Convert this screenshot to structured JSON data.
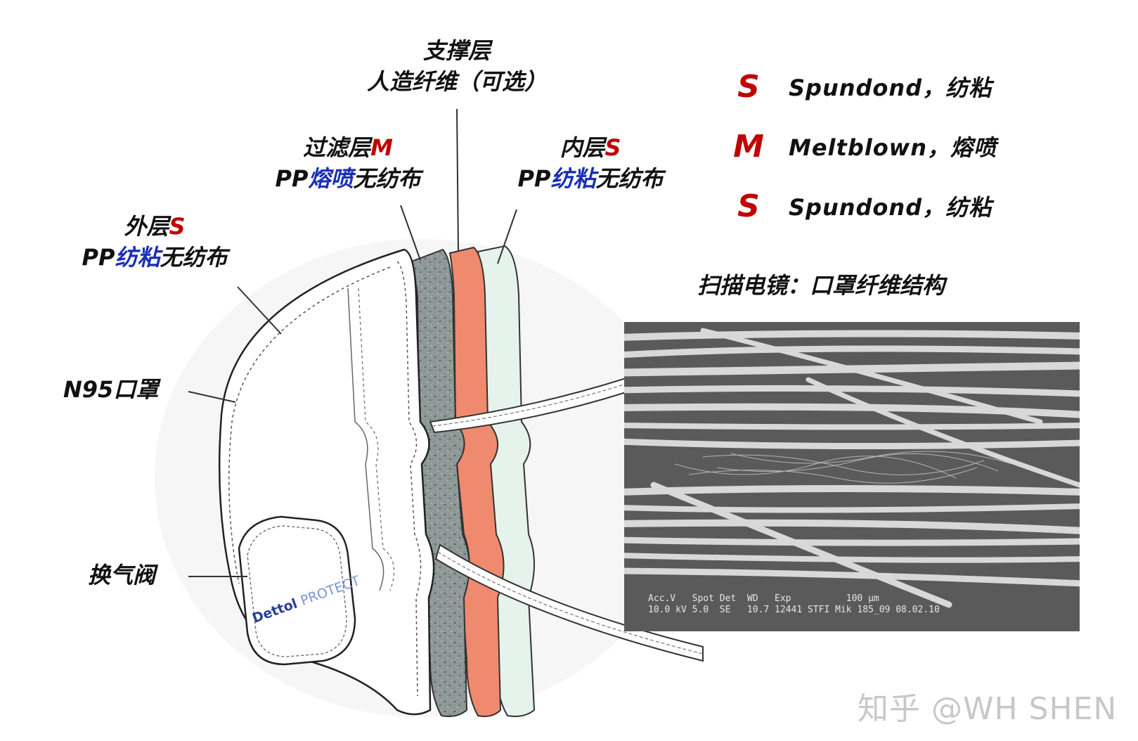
{
  "labels": {
    "support_line1": "支撑层",
    "support_line2": "人造纤维（可选）",
    "filter_line1": "过滤层",
    "filter_code": "M",
    "filter_line2_prefix": "PP",
    "filter_line2_highlight": "熔喷",
    "filter_line2_suffix": "无纺布",
    "inner_line1": "内层",
    "inner_code": "S",
    "inner_line2_prefix": "PP",
    "inner_line2_highlight": "纺粘",
    "inner_line2_suffix": "无纺布",
    "outer_line1": "外层",
    "outer_code": "S",
    "outer_line2_prefix": "PP",
    "outer_line2_highlight": "纺粘",
    "outer_line2_suffix": "无纺布",
    "mask_name": "N95口罩",
    "valve_name": "换气阀"
  },
  "legend": [
    {
      "letter": "S",
      "description": "Spundond，纺粘"
    },
    {
      "letter": "M",
      "description": "Meltblown，熔喷"
    },
    {
      "letter": "S",
      "description": "Spundond，纺粘"
    }
  ],
  "sem": {
    "title": "扫描电镜：口罩纤维结构",
    "caption_line1": "Acc.V   Spot Det  WD   Exp          100 μm",
    "caption_line2": "10.0 kV 5.0  SE   10.7 12441 STFI Mik 185_09 08.02.10"
  },
  "valve_brand": {
    "name": "Dettol",
    "product": "PROTECT"
  },
  "watermark": "知乎 @WH SHEN",
  "colors": {
    "accent_red": "#c00000",
    "highlight_blue": "#1a2fb5",
    "filter_layer": "#f08a6e",
    "speckled_layer": "#8f9a98",
    "inner_layer": "#e8f4ee"
  }
}
